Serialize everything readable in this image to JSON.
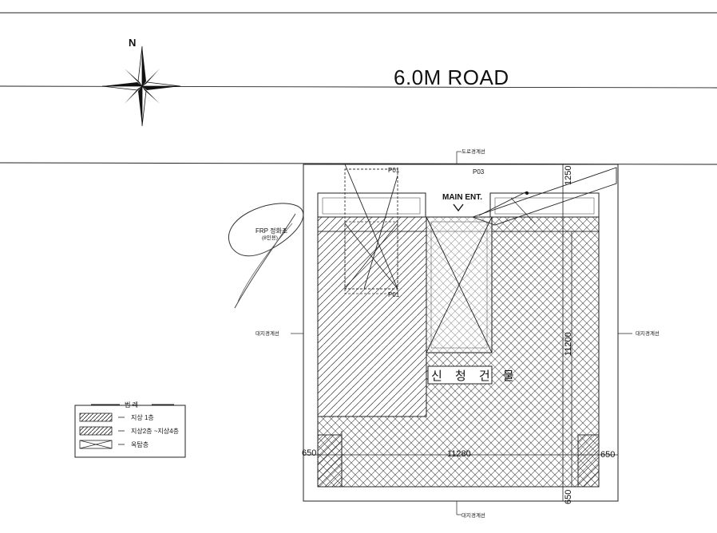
{
  "road": {
    "label": "6.0M ROAD"
  },
  "north": {
    "label": "N"
  },
  "labels": {
    "road_boundary": "도로경계선",
    "p03": "P03",
    "p01_top": "P01",
    "p01_bottom": "P01",
    "main_entrance": "MAIN ENT.",
    "frp_line1": "FRP 정화조",
    "frp_line2": "(8인용)",
    "site_boundary_left": "대지경계선",
    "site_boundary_right": "대지경계선",
    "site_boundary_bottom": "대지경계선",
    "new_building": "신 청 건 물"
  },
  "dimensions": {
    "top_setback": "1250",
    "depth": "11200",
    "width": "11280",
    "left_margin": "650",
    "right_margin": "650",
    "bottom_margin": "650"
  },
  "legend": {
    "title": "범 례",
    "items": [
      {
        "label": "지상 1층"
      },
      {
        "label": "지상2층 ~지상4층"
      },
      {
        "label": "옥탑층"
      }
    ]
  }
}
